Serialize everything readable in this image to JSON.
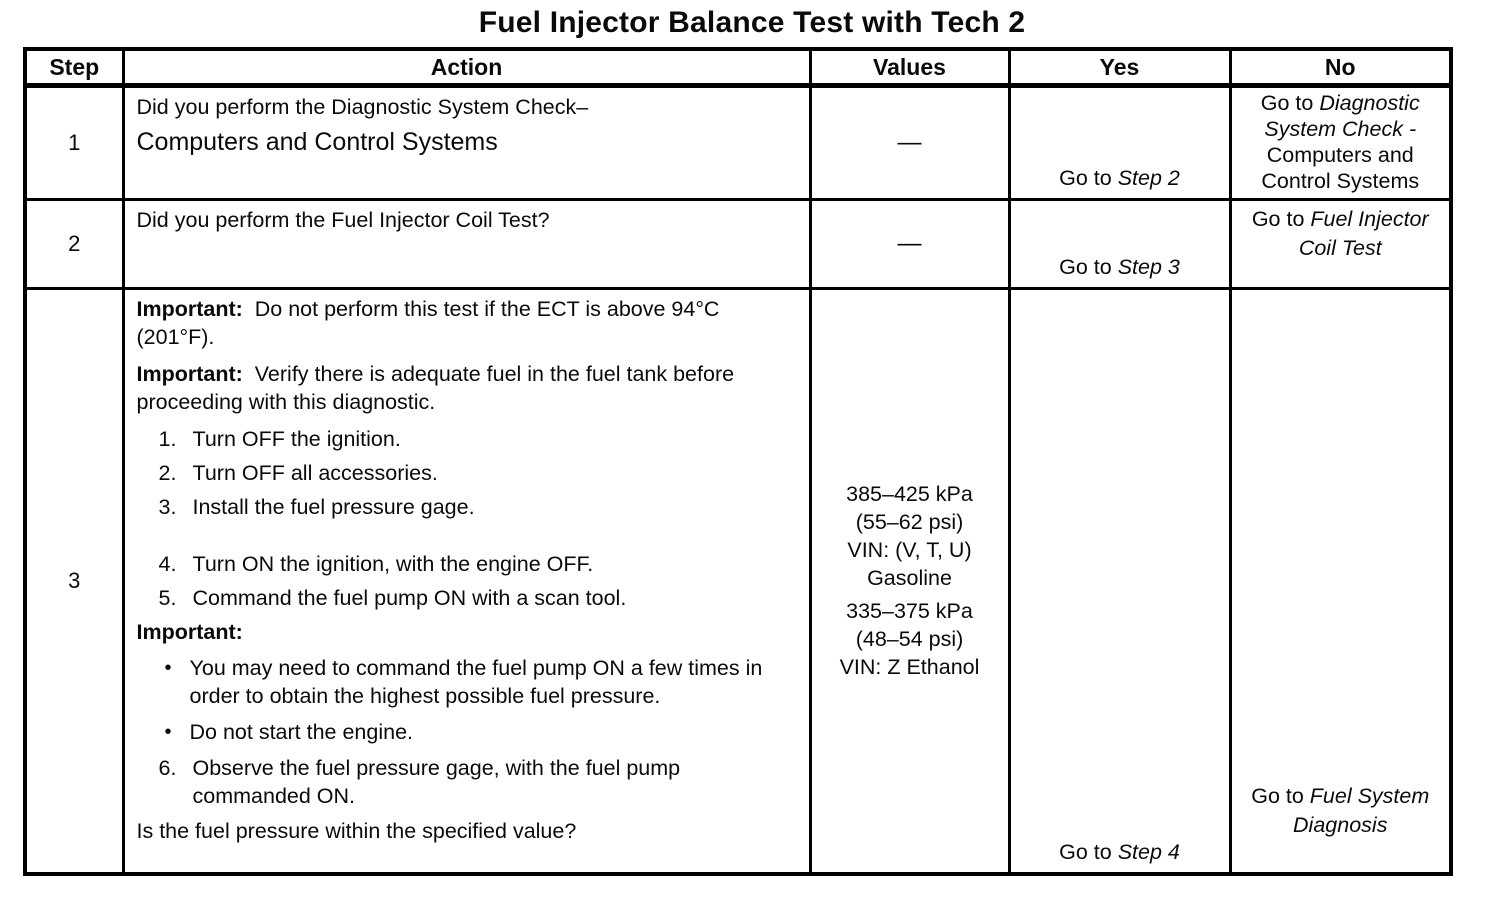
{
  "title": "Fuel Injector Balance Test with Tech 2",
  "table": {
    "headers": {
      "step": "Step",
      "action": "Action",
      "values": "Values",
      "yes": "Yes",
      "no": "No"
    },
    "row1": {
      "step": "1",
      "action_line1": "Did you perform the Diagnostic System Check–",
      "action_line2": "Computers and Control Systems",
      "values_dash": "—",
      "yes_prefix": "Go to ",
      "yes_link": "Step 2",
      "no_prefix": "Go to ",
      "no_link": "Diagnostic System Check -",
      "no_suffix": " Computers and Control Systems"
    },
    "row2": {
      "step": "2",
      "action": "Did you perform the Fuel Injector Coil Test?",
      "values_dash": "—",
      "yes_prefix": "Go to ",
      "yes_link": "Step 3",
      "no_prefix": "Go to ",
      "no_link": "Fuel Injector Coil Test"
    },
    "row3": {
      "step": "3",
      "important1_label": "Important:",
      "important1_text": " Do not perform this test if the ECT is above 94°C (201°F).",
      "important2_label": "Important:",
      "important2_text": " Verify there is adequate fuel in the fuel tank before proceeding with this diagnostic.",
      "list1": [
        {
          "num": "1.",
          "text": "Turn OFF the ignition."
        },
        {
          "num": "2.",
          "text": "Turn OFF all accessories."
        },
        {
          "num": "3.",
          "text": "Install the fuel pressure gage."
        }
      ],
      "list2": [
        {
          "num": "4.",
          "text": "Turn ON the ignition, with the engine OFF."
        },
        {
          "num": "5.",
          "text": "Command the fuel pump ON with a scan tool."
        }
      ],
      "important3_label": "Important:",
      "bullets": [
        "You may need to command the fuel pump ON a few times in order to obtain the highest possible fuel pressure.",
        "Do not start the engine."
      ],
      "item6_num": "6.",
      "item6_text": "Observe the fuel pressure gage, with the fuel pump commanded ON.",
      "question": "Is the fuel pressure within the specified value?",
      "bullet_char": "•",
      "values_gasoline": [
        "385–425 kPa",
        "(55–62 psi)",
        "VIN: (V, T, U)",
        "Gasoline"
      ],
      "values_ethanol": [
        "335–375 kPa",
        "(48–54 psi)",
        "VIN: Z Ethanol"
      ],
      "yes_prefix": "Go to ",
      "yes_link": "Step 4",
      "no_prefix": "Go to ",
      "no_link": "Fuel System Diagnosis"
    }
  }
}
